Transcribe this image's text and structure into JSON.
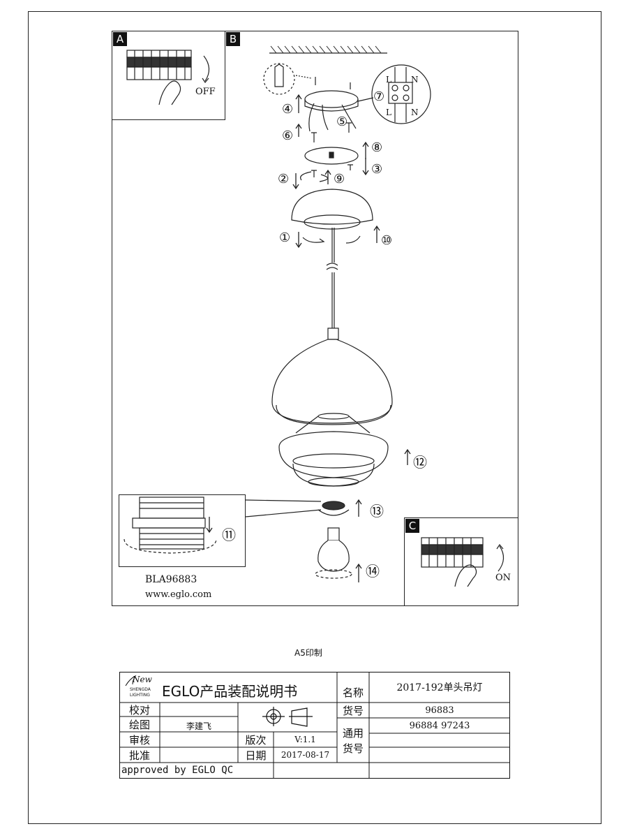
{
  "panels": {
    "a_tag": "A",
    "b_tag": "B",
    "c_tag": "C",
    "a_label": "OFF",
    "c_label": "ON"
  },
  "steps": {
    "s1": "①",
    "s2": "②",
    "s3": "③",
    "s4": "④",
    "s5": "⑤",
    "s6": "⑥",
    "s7": "⑦",
    "s8": "⑧",
    "s9": "⑨",
    "s10": "⑩",
    "s11": "⑪",
    "s12": "⑫",
    "s13": "⑬",
    "s14": "⑭"
  },
  "wiring": {
    "live": "L",
    "neutral": "N"
  },
  "product": {
    "code": "BLA96883",
    "website": "www.eglo.com",
    "print_size": "A5印制"
  },
  "title_block": {
    "logo_word": "New",
    "logo_sub1": "SHENGDA",
    "logo_sub2": "LIGHTING",
    "doc_title": "EGLO产品装配说明书",
    "name_label": "名称",
    "name_value": "2017-192单头吊灯",
    "proof_label": "校对",
    "drawing_label": "绘图",
    "drawer": "李建飞",
    "review_label": "审核",
    "approve_label": "批准",
    "item_no_label": "货号",
    "item_no": "96883",
    "generic_label_1": "通用",
    "generic_label_2": "货号",
    "generic_items": "96884 97243",
    "version_label": "版次",
    "version_value": "V:1.1",
    "date_label": "日期",
    "date_value": "2017-08-17",
    "approved_note": "approved by EGLO QC"
  }
}
